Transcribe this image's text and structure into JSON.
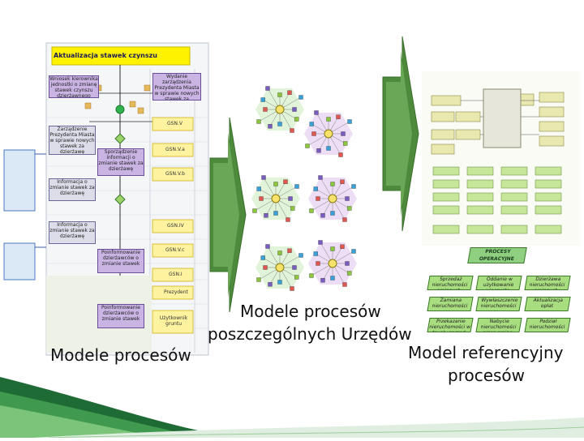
{
  "left_panel": {
    "title": "Aktualizacja stawek czynszu dzierżawnego",
    "steps": [
      "Wniosek kierownika jednostki o zmianę stawek czynszu dzierżawnego",
      "Zarządzenie Prezydenta Miasta w sprawie nowych stawek za dzierżawę",
      "Sporządzenie informacji o zmianie stawek za dzierżawę",
      "Informacja o zmianie stawek za dzierżawę",
      "Informacja o zmianie stawek za dzierżawę",
      "Poinformowanie dzierżawców o zmianie stawek",
      "Poinformowanie dzierżawców o zmianie stawek"
    ],
    "top_right_box": "Wydanie zarządzenia Prezydenta Miasta w sprawie nowych stawek za dzierżawę",
    "lanes": [
      "GSN.V",
      "GSN.V.a",
      "GSN.V.b",
      "GSN.IV",
      "GSN.V.c",
      "GSN.I",
      "Prezydent",
      "Użytkownik gruntu"
    ]
  },
  "middle_panel": {
    "caption_line1": "Modele procesów",
    "caption_line2": "poszczególnych Urzędów"
  },
  "right_panel": {
    "reference_header": "PROCESY OPERACYJNE",
    "reference_boxes": [
      "Sprzedaż nieruchomości gminnych",
      "Oddanie w użytkowanie wieczyste",
      "Dzierżawa nieruchomości gminnych",
      "Zamiana nieruchomości",
      "Wywłaszczenie nieruchomości",
      "Aktualizacja opłat",
      "Przekazanie nieruchomości w trwały zarząd",
      "Nabycie nieruchomości przez gminę",
      "Podział nieruchomości"
    ],
    "caption_line1": "Model referencyjny",
    "caption_line2": "procesów"
  },
  "left_caption": "Modele procesów",
  "colors": {
    "arrow_fill": "#4e8a3c",
    "arrow_edge": "#3a6e2c",
    "reference_green": "#9acd4a",
    "footer_green": "#1f6b35"
  }
}
